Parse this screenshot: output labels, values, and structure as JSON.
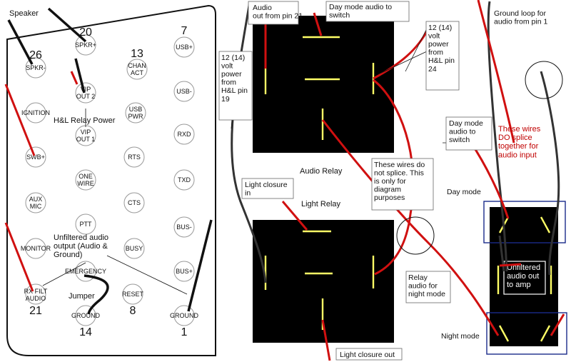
{
  "connector": {
    "speaker_label": "Speaker",
    "pins": [
      {
        "id": "spkr_plus",
        "label": "SPKR+",
        "number": "20"
      },
      {
        "id": "spkr_minus",
        "label": "SPKR-",
        "number": "26"
      },
      {
        "id": "chan_act",
        "label": "CHAN\nACT",
        "number": "13"
      },
      {
        "id": "usb_plus",
        "label": "USB+",
        "number": "7"
      },
      {
        "id": "vip_out2",
        "label": "VIP\nOUT 2"
      },
      {
        "id": "usb_minus",
        "label": "USB-"
      },
      {
        "id": "ignition",
        "label": "IGNITION"
      },
      {
        "id": "usb_pwr",
        "label": "USB\nPWR"
      },
      {
        "id": "vip_out1",
        "label": "VIP\nOUT 1"
      },
      {
        "id": "rxd",
        "label": "RXD"
      },
      {
        "id": "swb_plus",
        "label": "SWB+"
      },
      {
        "id": "rts",
        "label": "RTS"
      },
      {
        "id": "one_wire",
        "label": "ONE\nWIRE"
      },
      {
        "id": "txd",
        "label": "TXD"
      },
      {
        "id": "aux_mic",
        "label": "AUX\nMIC"
      },
      {
        "id": "cts",
        "label": "CTS"
      },
      {
        "id": "ptt",
        "label": "PTT"
      },
      {
        "id": "bus_minus",
        "label": "BUS-"
      },
      {
        "id": "monitor",
        "label": "MONITOR"
      },
      {
        "id": "busy",
        "label": "BUSY"
      },
      {
        "id": "emergency",
        "label": "EMERGENCY"
      },
      {
        "id": "bus_plus",
        "label": "BUS+"
      },
      {
        "id": "rx_filt_audio",
        "label": "RX FILT\nAUDIO",
        "number": "21"
      },
      {
        "id": "reset",
        "label": "RESET",
        "number": "8"
      },
      {
        "id": "ground_14",
        "label": "GROUND",
        "number": "14"
      },
      {
        "id": "ground_1",
        "label": "GROUND",
        "number": "1"
      }
    ],
    "hl_relay_power": "H&L Relay Power",
    "unfiltered_audio": "Unfiltered audio\noutput (Audio &\nGround)",
    "jumper": "Jumper"
  },
  "relays": {
    "audio_relay_label": "Audio Relay",
    "light_relay_label": "Light Relay"
  },
  "notes": {
    "audio_out_from_pin21": "Audio\nout from      pin 21",
    "day_mode_switch_top": "Day mode   audio to\nswitch",
    "power_right": "12 (14)\nvolt\npower\nfrom\nH&L pin\n24",
    "power_left": "12 (14)\nvolt\npower\nfrom\nH&L pin\n19",
    "ground_loop": "Ground loop for\naudio from pin 1",
    "day_mode_audio_switch": "Day mode\naudio to\nswitch",
    "wires_splice": "These wires\nDO splice\ntogether for\naudio input",
    "wires_no_splice": "These wires do\nnot splice. This\nis only for\ndiagram\npurposes",
    "light_closure_in": "Light closure\nin",
    "relay_audio_night": "Relay\naudio for\nnight mode",
    "light_closure_out": "Light closure out",
    "day_mode": "Day mode",
    "night_mode": "Night mode",
    "unfiltered_audio_amp": "Unfiltered\naudio out\nto amp"
  },
  "colors": {
    "red_wire": "#d01010",
    "black_wire": "#111111",
    "relay_body": "#000000",
    "relay_pin": "#ffff66",
    "box_stroke": "#1a2a8a"
  }
}
